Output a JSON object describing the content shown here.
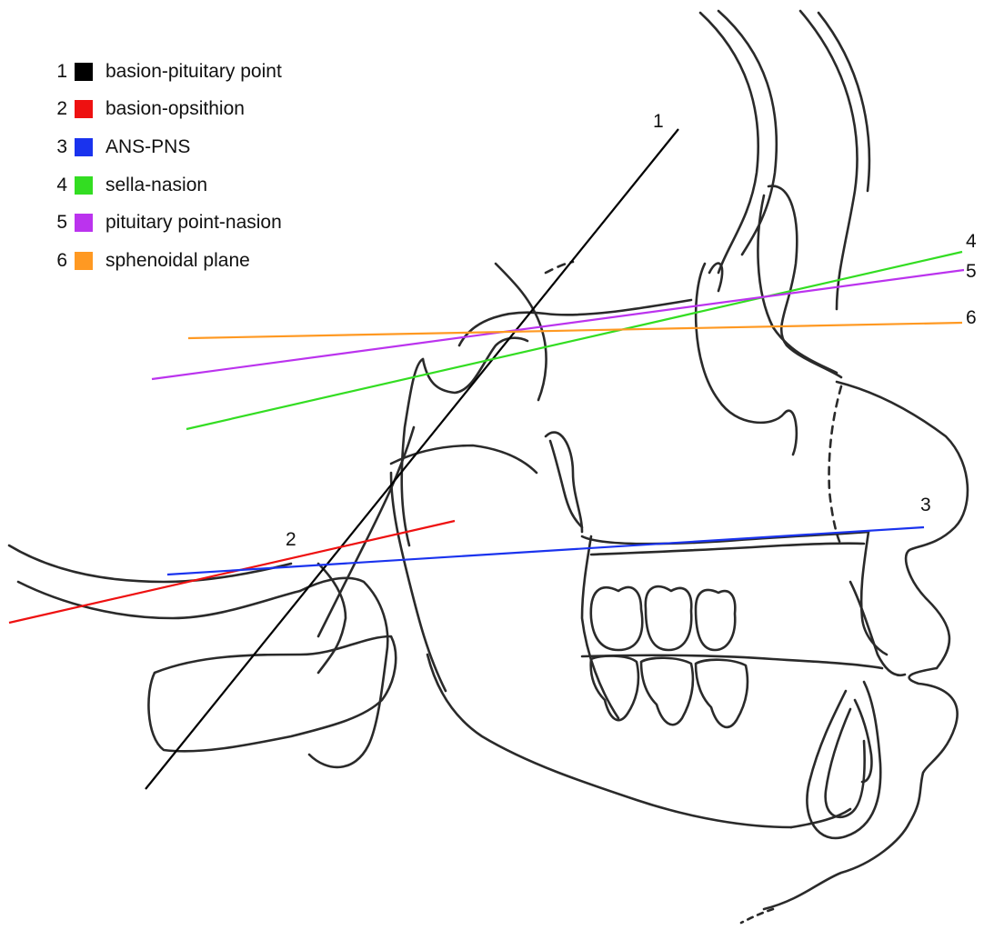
{
  "legend": [
    {
      "num": "1",
      "label": "basion-pituitary point",
      "color": "#000000"
    },
    {
      "num": "2",
      "label": "basion-opsithion",
      "color": "#ee1111"
    },
    {
      "num": "3",
      "label": "ANS-PNS",
      "color": "#1a33ee"
    },
    {
      "num": "4",
      "label": "sella-nasion",
      "color": "#33dd22"
    },
    {
      "num": "5",
      "label": "pituitary point-nasion",
      "color": "#bb33ee"
    },
    {
      "num": "6",
      "label": "sphenoidal plane",
      "color": "#ff9922"
    }
  ],
  "line_numbers": {
    "l1": "1",
    "l2": "2",
    "l3": "3",
    "l4": "4",
    "l5": "5",
    "l6": "6"
  }
}
